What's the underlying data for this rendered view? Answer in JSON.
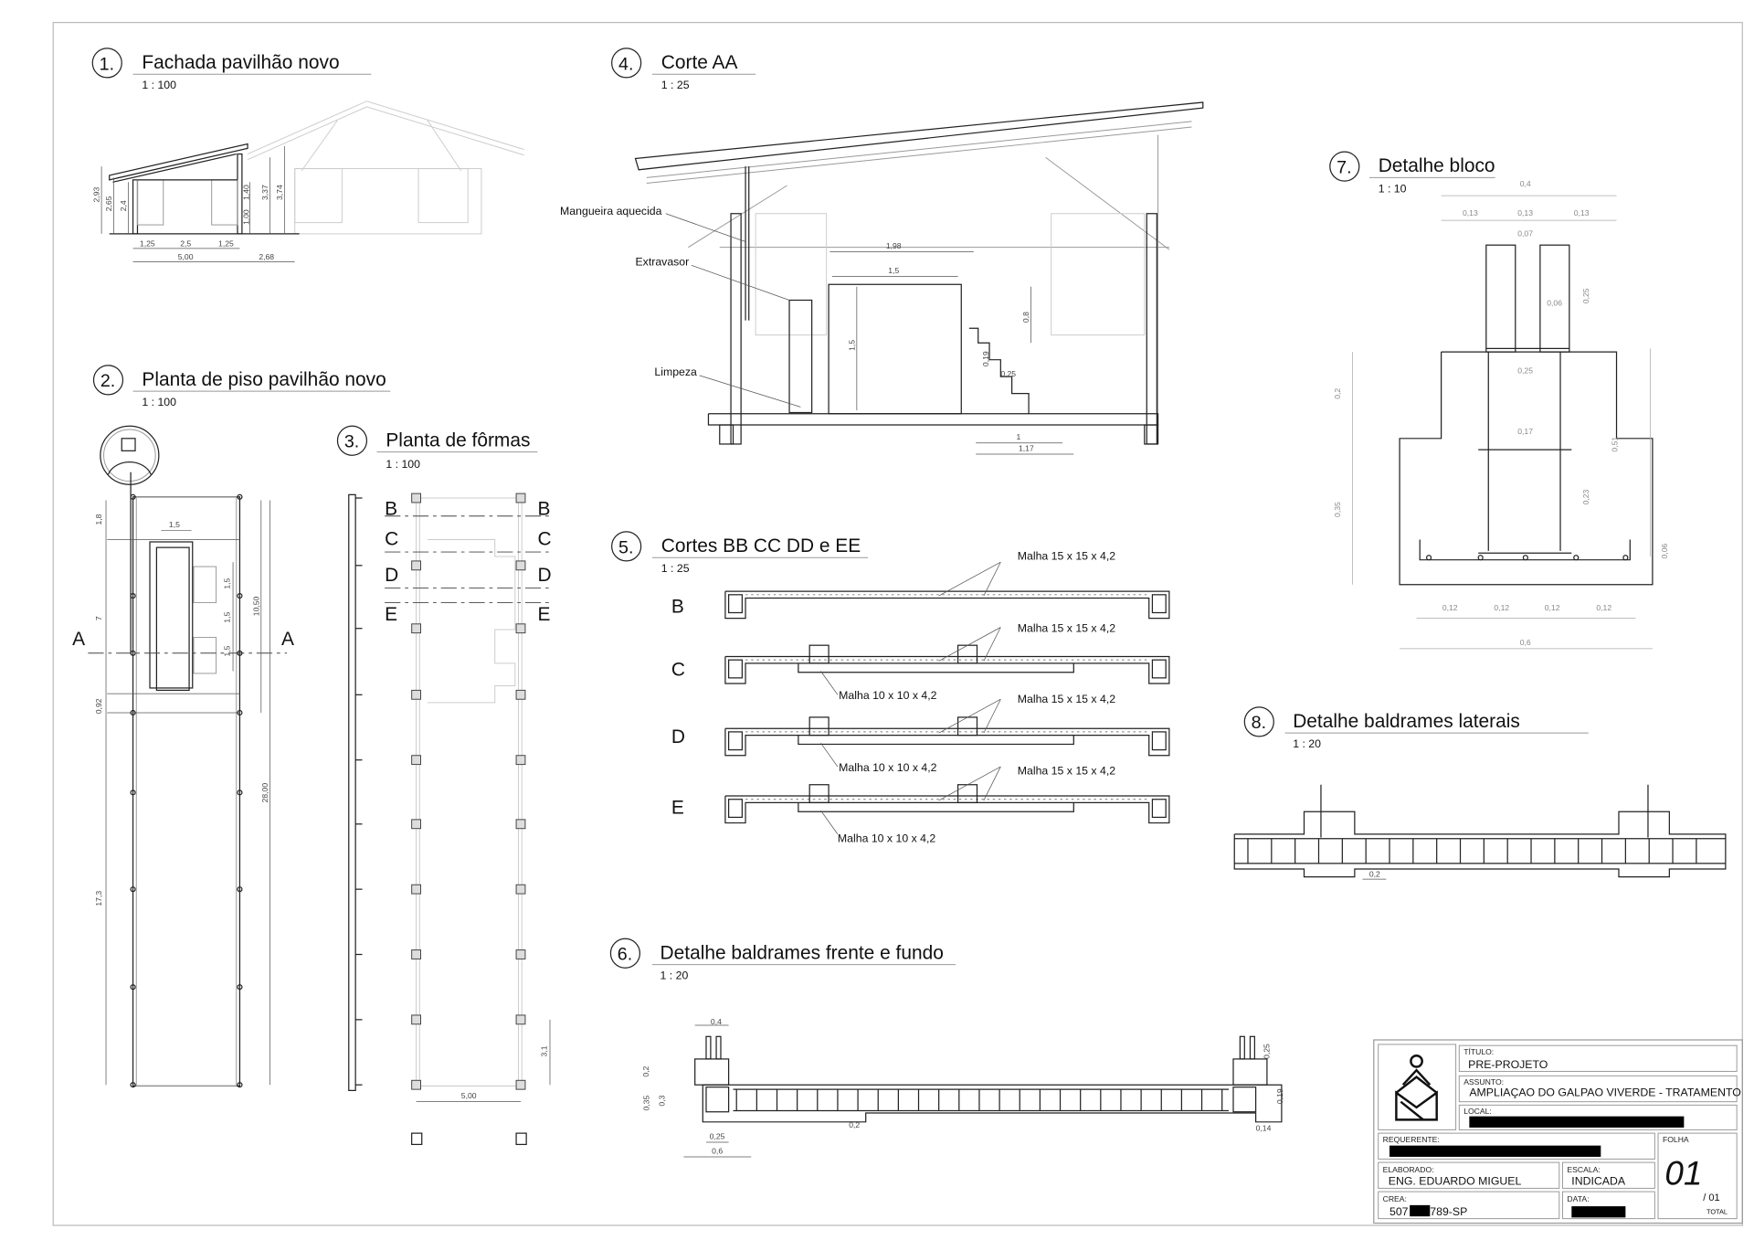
{
  "views": {
    "v1": {
      "number": "1.",
      "title": "Fachada pavilhão novo",
      "scale": "1 : 100",
      "dims": [
        "2,93",
        "2,65",
        "2,4",
        "1,40",
        "1,00",
        "3,37",
        "3,74",
        "1,25",
        "2,5",
        "1,25",
        "5,00",
        "2,68"
      ]
    },
    "v2": {
      "number": "2.",
      "title": "Planta de piso pavilhão novo",
      "scale": "1 : 100",
      "section_mark": "A",
      "dims": [
        "1,8",
        "1,5",
        "7",
        "1,5",
        "1,5",
        "1,5",
        "10,50",
        "0,92",
        "28,00",
        "17,3"
      ]
    },
    "v3": {
      "number": "3.",
      "title": "Planta de fôrmas",
      "scale": "1 : 100",
      "section_labels": [
        "B",
        "C",
        "D",
        "E"
      ],
      "dims": [
        "5,00",
        "3,1"
      ]
    },
    "v4": {
      "number": "4.",
      "title": "Corte AA",
      "scale": "1 : 25",
      "callouts": [
        "Mangueira aquecida",
        "Extravasor",
        "Limpeza"
      ],
      "dims": [
        "1,98",
        "1,5",
        "1,5",
        "0,8",
        "0,19",
        "0,25",
        "1",
        "1,17"
      ]
    },
    "v5": {
      "number": "5.",
      "title": "Cortes BB CC DD e EE",
      "scale": "1 : 25",
      "rows": [
        "B",
        "C",
        "D",
        "E"
      ],
      "mesh_top": "Malha 15 x 15 x 4,2",
      "mesh_bottom": "Malha 10 x 10 x 4,2"
    },
    "v6": {
      "number": "6.",
      "title": "Detalhe baldrames frente e fundo",
      "scale": "1 : 20",
      "dims": [
        "0,4",
        "0,25",
        "0,2",
        "0,35",
        "0,3",
        "0,19",
        "0,2",
        "0,14",
        "0,25",
        "0,6"
      ]
    },
    "v7": {
      "number": "7.",
      "title": "Detalhe bloco",
      "scale": "1 : 10",
      "dims": [
        "0,4",
        "0,13",
        "0,13",
        "0,13",
        "0,07",
        "0,06",
        "0,25",
        "0,25",
        "0,2",
        "0,17",
        "0,51",
        "0,23",
        "0,35",
        "0,06",
        "0,12",
        "0,12",
        "0,12",
        "0,12",
        "0,6"
      ]
    },
    "v8": {
      "number": "8.",
      "title": "Detalhe baldrames laterais",
      "scale": "1 : 20",
      "dims": [
        "0,2"
      ]
    }
  },
  "title_block": {
    "titulo_label": "TÍTULO:",
    "titulo": "PRE-PROJETO",
    "assunto_label": "ASSUNTO:",
    "assunto": "AMPLIAÇAO DO GALPAO VIVERDE - TRATAMENTO",
    "local_label": "LOCAL:",
    "requerente_label": "REQUERENTE:",
    "elaborado_label": "ELABORADO:",
    "elaborado": "ENG. EDUARDO MIGUEL",
    "escala_label": "ESCALA:",
    "escala": "INDICADA",
    "crea_label": "CREA:",
    "crea_prefix": "507",
    "crea_suffix": "789-SP",
    "data_label": "DATA:",
    "folha_label": "FOLHA",
    "folha": "01",
    "total": "/ 01",
    "total_label": "TOTAL"
  }
}
